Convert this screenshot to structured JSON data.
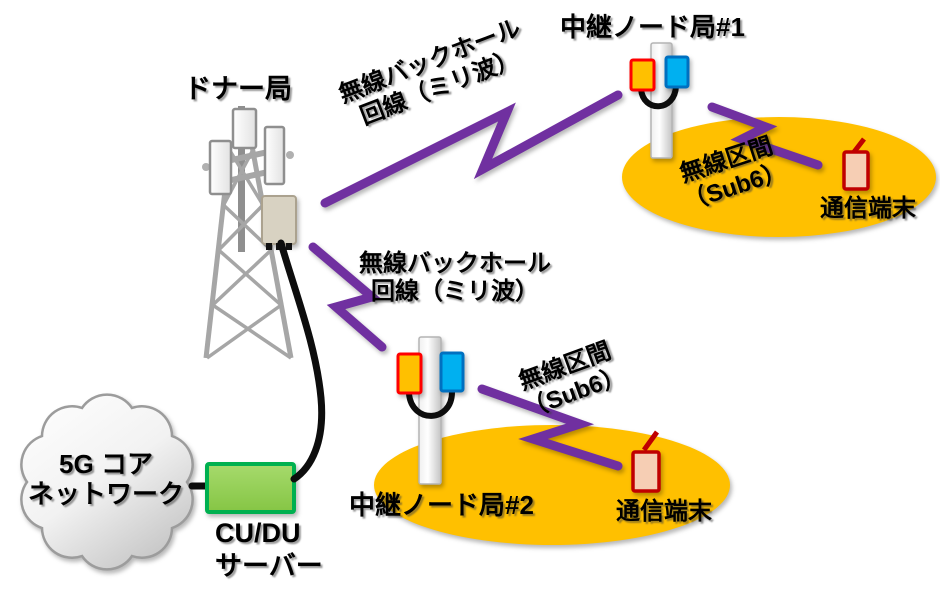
{
  "colors": {
    "link_purple": "#7030A0",
    "coverage_orange": "#FFC000",
    "ru_orange_fill": "#FFC000",
    "ru_orange_border": "#FF0000",
    "ru_blue_fill": "#00B0F0",
    "ru_blue_border": "#0070C0",
    "server_fill": "#92D050",
    "server_border": "#00B050",
    "terminal_border": "#C00000",
    "terminal_fill": "#F6CEB4",
    "cable_black": "#0d0d0d"
  },
  "donor": {
    "label": "ドナー局"
  },
  "core_network": {
    "line1": "5G コア",
    "line2": "ネットワーク"
  },
  "server": {
    "line1": "CU/DU",
    "line2": "サーバー"
  },
  "backhaul_links": [
    {
      "line1": "無線バックホール",
      "line2": "回線（ミリ波）"
    },
    {
      "line1": "無線バックホール",
      "line2": "回線（ミリ波）"
    }
  ],
  "relay_nodes": [
    {
      "label": "中継ノード局#1"
    },
    {
      "label": "中継ノード局#2"
    }
  ],
  "access_links": [
    {
      "line1": "無線区間",
      "line2": "（Sub6）"
    },
    {
      "line1": "無線区間",
      "line2": "（Sub6）"
    }
  ],
  "terminals": [
    {
      "label": "通信端末"
    },
    {
      "label": "通信端末"
    }
  ]
}
